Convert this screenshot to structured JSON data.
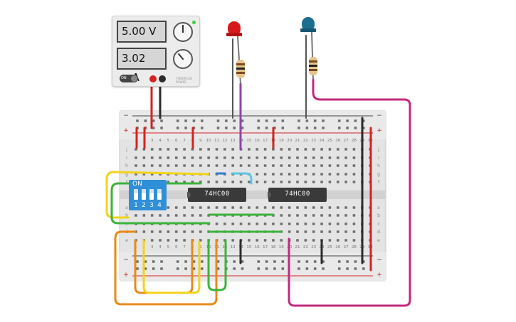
{
  "power_supply": {
    "voltage_display": "5.00 V",
    "current_display": "3.02 mA",
    "switch_label": "ON",
    "brand_text": "TINKERCAD POWER"
  },
  "dip_switch": {
    "on_label": "ON",
    "switch_numbers": [
      "1",
      "2",
      "3",
      "4"
    ]
  },
  "chips": [
    {
      "label": "74HC00"
    },
    {
      "label": "74HC00"
    }
  ],
  "breadboard": {
    "rail_plus": "+",
    "rail_minus": "−",
    "row_labels_top": [
      "j",
      "i",
      "h",
      "g",
      "f"
    ],
    "row_labels_bottom": [
      "e",
      "d",
      "c",
      "b",
      "a"
    ],
    "column_numbers": [
      "1",
      "2",
      "3",
      "4",
      "5",
      "6",
      "7",
      "8",
      "9",
      "10",
      "11",
      "12",
      "13",
      "14",
      "15",
      "16",
      "17",
      "18",
      "19",
      "20",
      "21",
      "22",
      "23",
      "24",
      "25",
      "26",
      "27",
      "28",
      "29",
      "30"
    ]
  },
  "leds": [
    {
      "color": "red",
      "hex": "#d7191c"
    },
    {
      "color": "blue",
      "hex": "#1b6f8e"
    }
  ],
  "wire_colors": {
    "red": "#d32323",
    "black": "#2b2b2b",
    "purple": "#8e44ad",
    "magenta": "#c2297f",
    "yellow": "#f2d31b",
    "green": "#3bb33b",
    "orange": "#e88a17",
    "cyan": "#5ac8e0",
    "blue": "#2f7fd0"
  }
}
